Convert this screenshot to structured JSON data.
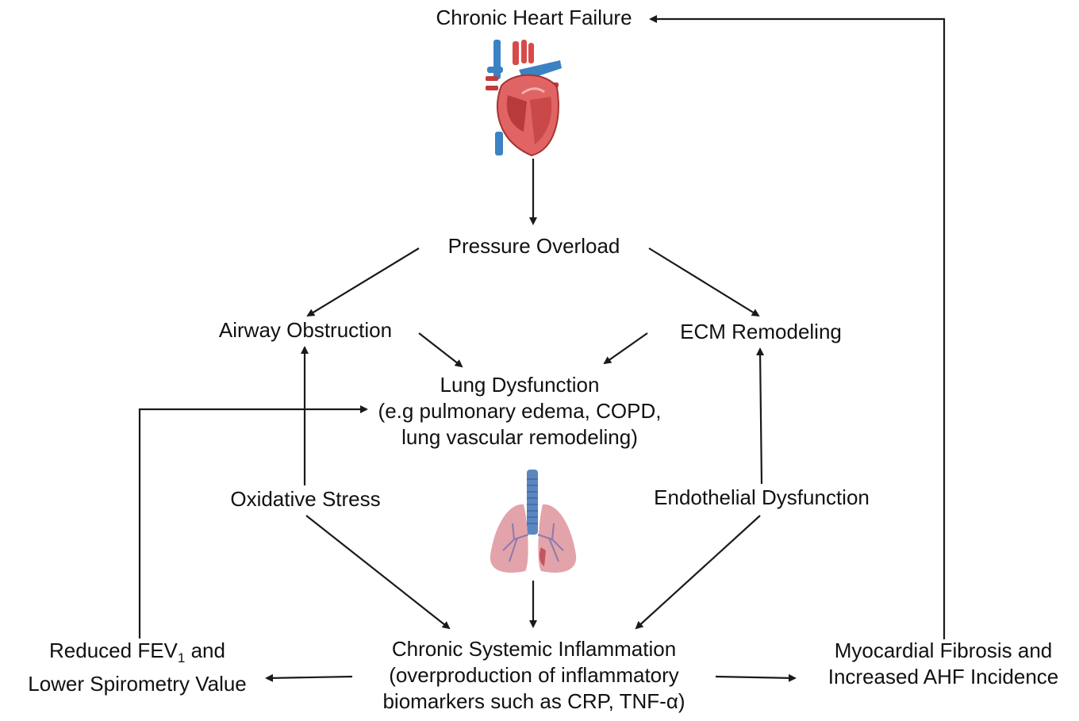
{
  "nodes": {
    "chronic_heart_failure": "Chronic Heart Failure",
    "pressure_overload": "Pressure Overload",
    "airway_obstruction": "Airway Obstruction",
    "ecm_remodeling": "ECM Remodeling",
    "lung_dysfunction": {
      "line1": "Lung Dysfunction",
      "line2": "(e.g pulmonary edema, COPD,",
      "line3": "lung vascular remodeling)"
    },
    "oxidative_stress": "Oxidative Stress",
    "endothelial_dysfunction": "Endothelial Dysfunction",
    "chronic_systemic_inflammation": {
      "line1": "Chronic Systemic Inflammation",
      "line2": "(overproduction of inflammatory",
      "line3": "biomarkers such as CRP, TNF-α)"
    },
    "reduced_fev": {
      "line1_a": "Reduced FEV",
      "line1_sub": "1",
      "line1_b": " and",
      "line2": "Lower Spirometry Value"
    },
    "myocardial_fibrosis": {
      "line1": "Myocardial Fibrosis and",
      "line2": "Increased AHF Incidence"
    }
  },
  "illustrations": {
    "heart": "heart-icon",
    "lungs": "lungs-icon"
  },
  "colors": {
    "arrow": "#1a1a1a",
    "vein_blue": "#3b82c4",
    "artery_red": "#d84a4a",
    "heart_muscle": "#e06464",
    "lung_pink": "#e3a3aa",
    "trachea_blue": "#5b86c0"
  }
}
